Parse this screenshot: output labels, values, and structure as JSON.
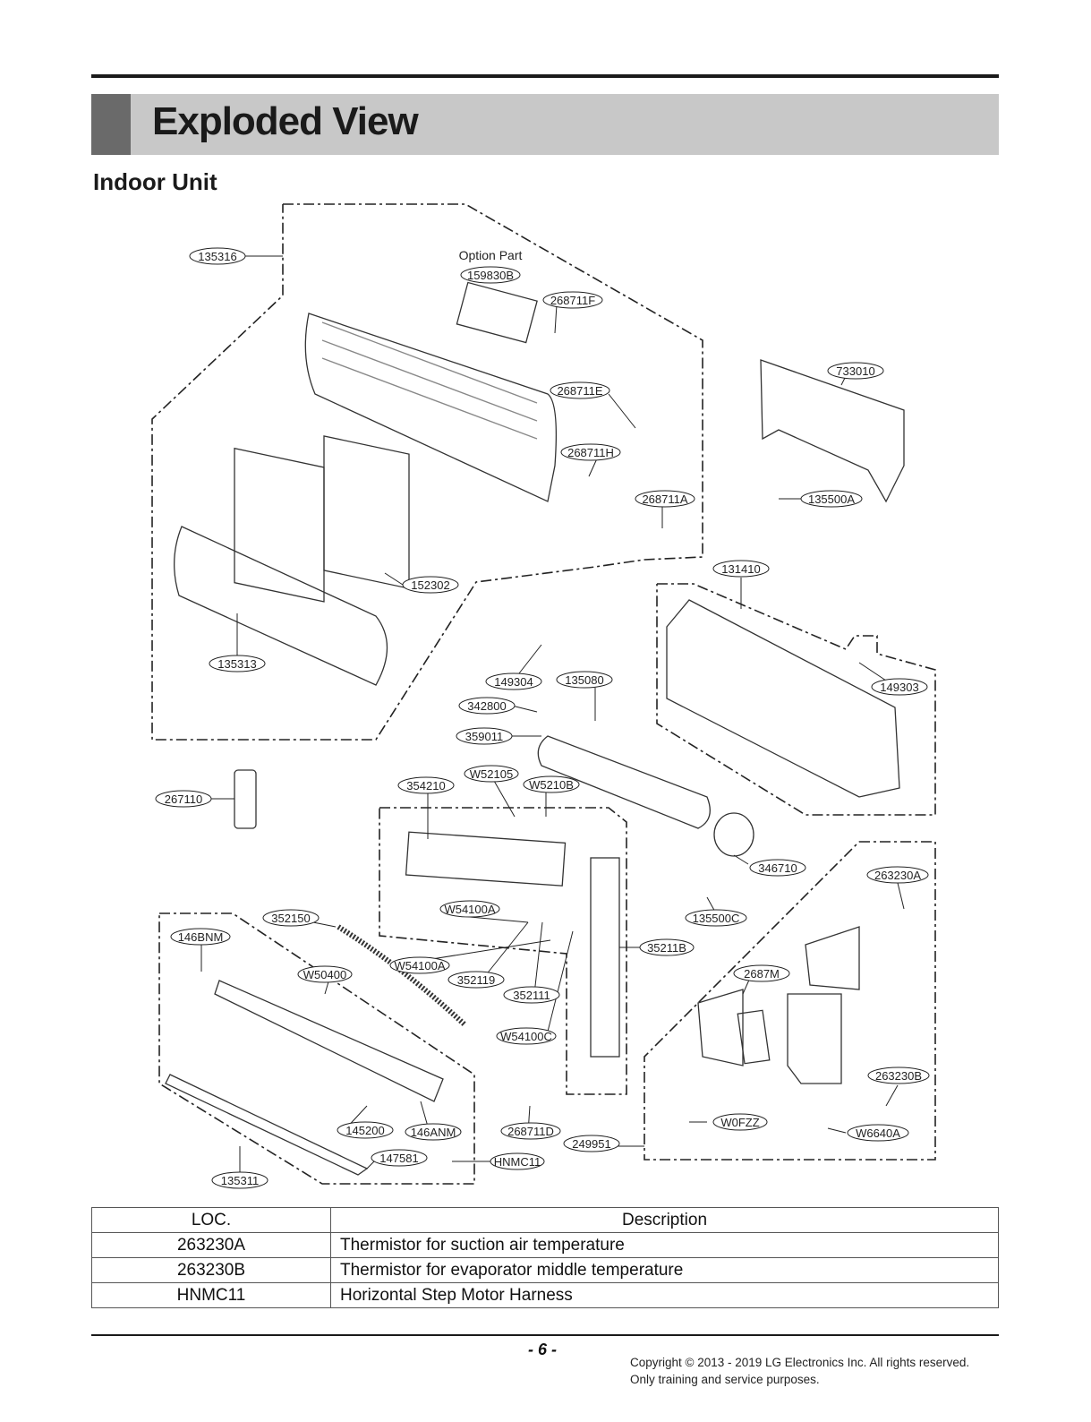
{
  "page": {
    "title": "Exploded View",
    "subtitle": "Indoor Unit",
    "option_label": "Option Part",
    "page_number": "- 6 -",
    "copyright_line1": "Copyright © 2013 - 2019 LG Electronics Inc. All rights reserved.",
    "copyright_line2": "Only training and service purposes."
  },
  "labels": {
    "l135316": "135316",
    "l159830B": "159830B",
    "l268711F": "268711F",
    "l733010": "733010",
    "l268711E": "268711E",
    "l268711H": "268711H",
    "l135500A": "135500A",
    "l268711A": "268711A",
    "l152302": "152302",
    "l131410": "131410",
    "l135313": "135313",
    "l149304": "149304",
    "l135080": "135080",
    "l149303": "149303",
    "l342800": "342800",
    "l359011": "359011",
    "l267110": "267110",
    "lW52105": "W52105",
    "l354210": "354210",
    "lW5210B": "W5210B",
    "l346710": "346710",
    "l263230A": "263230A",
    "lW54100A1": "W54100A",
    "l135500C": "135500C",
    "l352150": "352150",
    "l146BNM": "146BNM",
    "l35211B": "35211B",
    "lW54100A2": "W54100A",
    "l2687M": "2687M",
    "lW50400": "W50400",
    "l352119": "352119",
    "l352111": "352111",
    "lW54100C": "W54100C",
    "l263230B": "263230B",
    "lW0FZZ": "W0FZZ",
    "l145200": "145200",
    "l146ANM": "146ANM",
    "l268711D": "268711D",
    "l249951": "249951",
    "lW6640A": "W6640A",
    "l147581": "147581",
    "lHNMC11": "HNMC11",
    "l135311": "135311"
  },
  "table": {
    "headers": [
      "LOC.",
      "Description"
    ],
    "rows": [
      {
        "loc": "263230A",
        "desc": "Thermistor for suction air temperature"
      },
      {
        "loc": "263230B",
        "desc": "Thermistor for evaporator middle temperature"
      },
      {
        "loc": "HNMC11",
        "desc": "Horizontal  Step Motor Harness"
      }
    ]
  }
}
